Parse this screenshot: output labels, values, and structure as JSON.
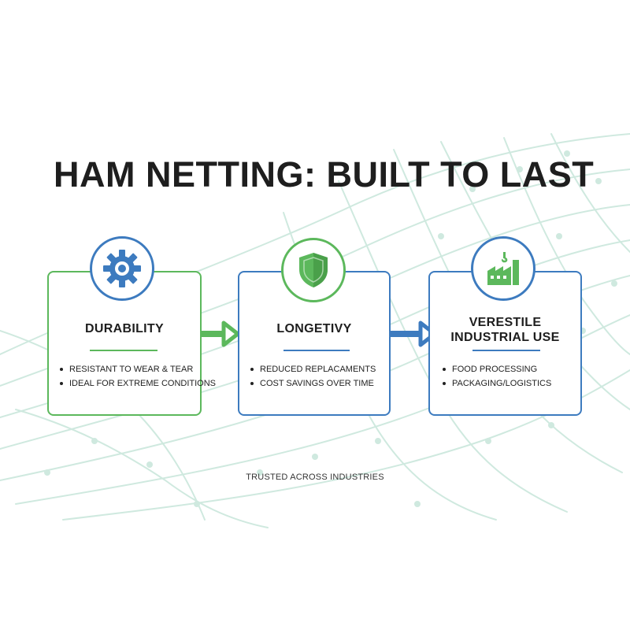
{
  "title": "HAM NETTING: BUILT TO LAST",
  "cards": [
    {
      "title_lines": [
        "DURABILITY"
      ],
      "icon": "gear-icon",
      "bullets": [
        "RESISTANT TO WEAR & TEAR",
        "IDEAL FOR EXTREME CONDITIONS"
      ]
    },
    {
      "title_lines": [
        "LONGETIVY"
      ],
      "icon": "shield-icon",
      "bullets": [
        "REDUCED REPLACAMENTS",
        "COST SAVINGS OVER TIME"
      ]
    },
    {
      "title_lines": [
        "VERESTILE",
        "INDUSTRIAL USE"
      ],
      "icon": "factory-icon",
      "bullets": [
        "FOOD PROCESSING",
        "PACKAGING/LOGISTICS"
      ]
    }
  ],
  "footer": "TRUSTED ACROSS INDUSTRIES",
  "colors": {
    "green": "#5cb85c",
    "blue": "#3d7bbf",
    "net": "#cfe9df",
    "text": "#1e1e1e"
  }
}
